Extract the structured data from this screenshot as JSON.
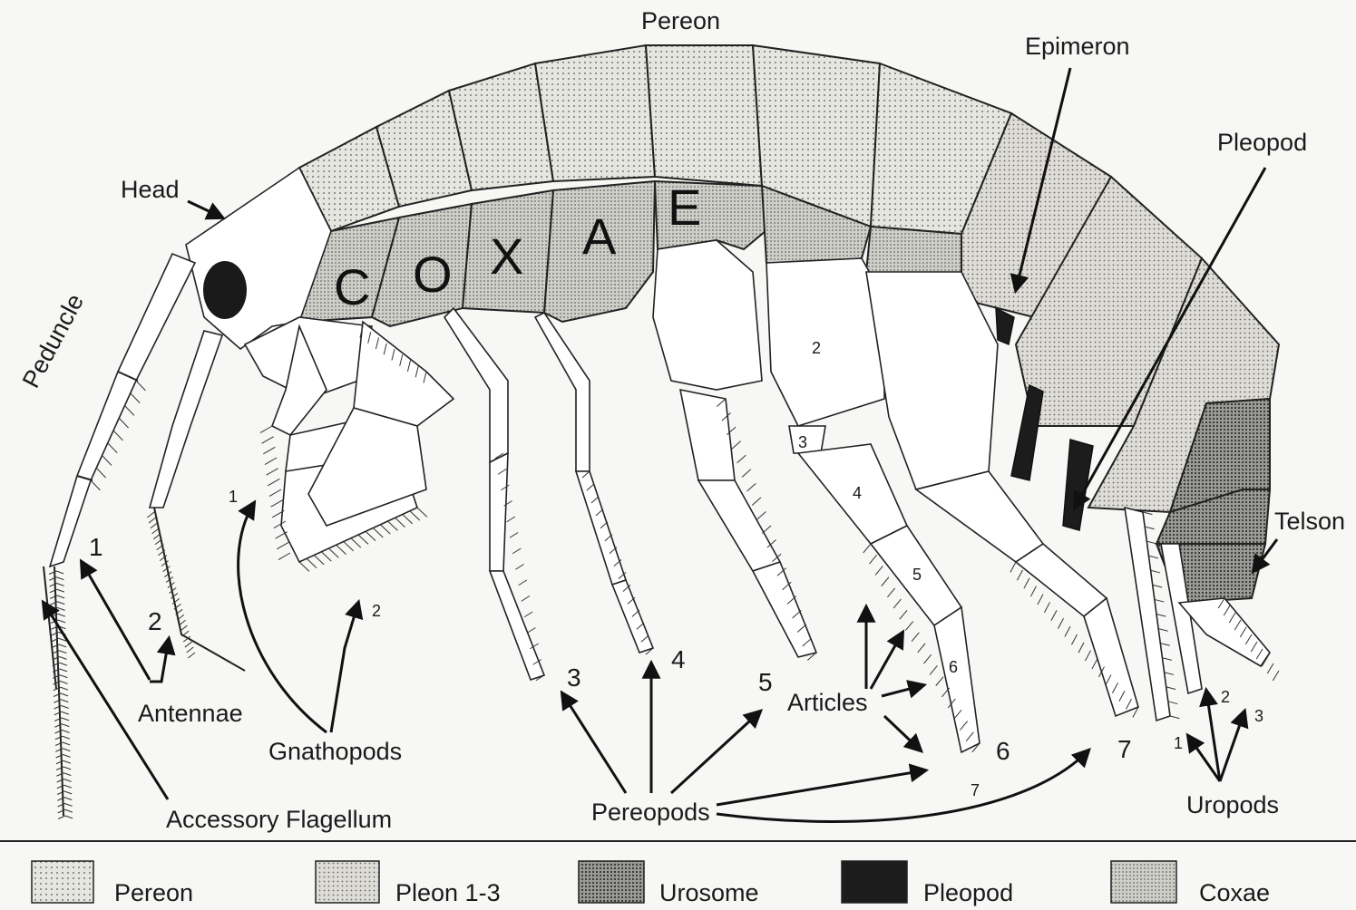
{
  "labels": {
    "pereon": "Pereon",
    "epimeron": "Epimeron",
    "pleopod": "Pleopod",
    "head": "Head",
    "peduncle": "Peduncle",
    "telson": "Telson",
    "antennae": "Antennae",
    "gnathopods": "Gnathopods",
    "accessory_flagellum": "Accessory Flagellum",
    "pereopods": "Pereopods",
    "articles": "Articles",
    "uropods": "Uropods"
  },
  "coxae_letters": [
    "C",
    "O",
    "X",
    "A",
    "E"
  ],
  "numbers": {
    "antenna_1": "1",
    "antenna_2": "2",
    "gnathopod_1": "1",
    "gnathopod_2": "2",
    "pereopod_3": "3",
    "pereopod_4": "4",
    "pereopod_5": "5",
    "pereopod_6": "6",
    "pereopod_7": "7",
    "article_2": "2",
    "article_3": "3",
    "article_4": "4",
    "article_5": "5",
    "article_6": "6",
    "article_7": "7",
    "uropod_1": "1",
    "uropod_2": "2",
    "uropod_3": "3"
  },
  "legend": [
    {
      "label": "Pereon",
      "pattern": "pereon-fill"
    },
    {
      "label": "Pleon 1-3",
      "pattern": "pleon-fill"
    },
    {
      "label": "Urosome",
      "pattern": "urosome-fill"
    },
    {
      "label": "Pleopod",
      "pattern": "pleopod-fill"
    },
    {
      "label": "Coxae",
      "pattern": "coxae-fill"
    }
  ],
  "colors": {
    "pereon": "#dcdcd6",
    "pleon": "#d2d2cc",
    "urosome": "#8a8a86",
    "pleopod": "#1c1c1c",
    "coxae": "#c7c7c1"
  }
}
